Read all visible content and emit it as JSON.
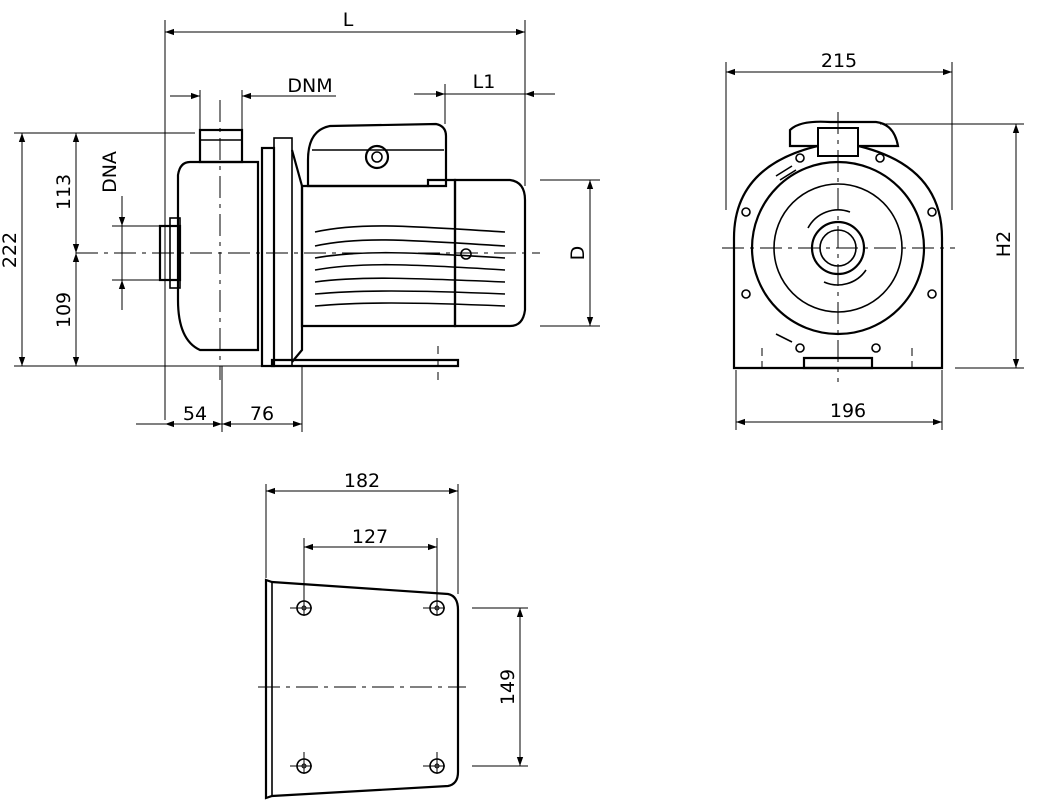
{
  "dimensions": {
    "side_view": {
      "overall_length": "L",
      "discharge_size": "DNM",
      "motor_offset": "L1",
      "suction_size": "DNA",
      "motor_diameter": "D",
      "total_height": "222",
      "upper_height": "113",
      "lower_height": "109",
      "base_offset_left": "54",
      "base_offset_right": "76"
    },
    "front_view": {
      "width": "215",
      "base_width": "196",
      "height": "H2"
    },
    "base_plate": {
      "overall_length": "182",
      "hole_spacing_x": "127",
      "hole_spacing_y": "149"
    }
  }
}
